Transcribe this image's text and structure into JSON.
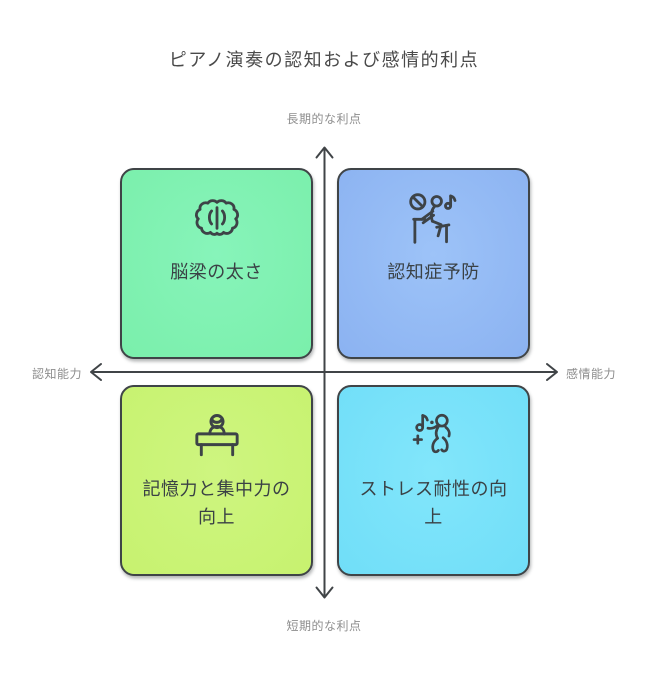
{
  "title": "ピアノ演奏の認知および感情的利点",
  "axes": {
    "top": "長期的な利点",
    "bottom": "短期的な利点",
    "left": "認知能力",
    "right": "感情能力",
    "line_color": "#404447",
    "label_color": "#8d8d8d"
  },
  "quadrants": [
    {
      "position": "top-left",
      "label": "脳梁の太さ",
      "icon": "brain-icon",
      "color": "#7df1b0"
    },
    {
      "position": "top-right",
      "label": "認知症予防",
      "icon": "piano-player-icon",
      "color": "#93baf5"
    },
    {
      "position": "bottom-left",
      "label": "記憶力と集中力の向上",
      "icon": "person-at-desk-icon",
      "color": "#cbf478"
    },
    {
      "position": "bottom-right",
      "label": "ストレス耐性の向上",
      "icon": "dancing-person-icon",
      "color": "#7ce3fa"
    }
  ],
  "colors": {
    "background": "#ffffff",
    "title_text": "#4a4a4a",
    "box_border": "#3f4447",
    "box_text": "#3a4145",
    "icon_stroke": "#3d4347"
  }
}
